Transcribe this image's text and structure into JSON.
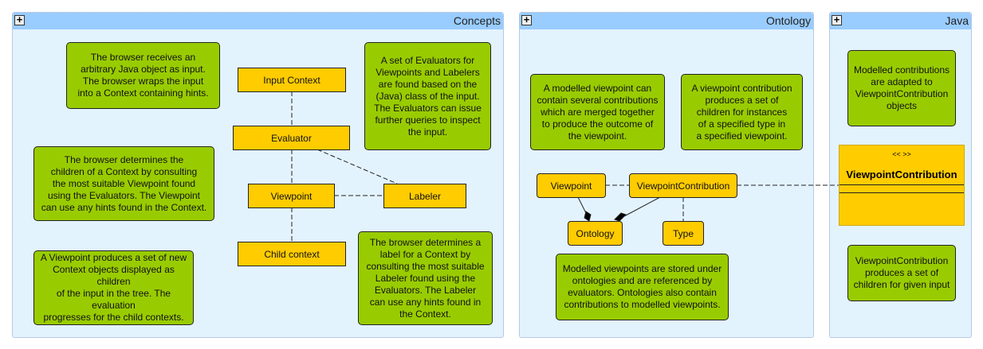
{
  "panels": {
    "concepts": {
      "title": "Concepts",
      "expand_label": "+",
      "notes": [
        "The browser receives an\narbitrary Java object as input.\nThe browser wraps the input\ninto a Context containing hints.",
        "A set of Evaluators for\nViewpoints and Labelers\nare found based on the\n(Java) class of the input.\nThe Evaluators can issue\nfurther queries to inspect\nthe input.",
        "The browser determines the\nchildren of a Context by consulting\nthe most suitable Viewpoint found\nusing the Evaluators. The Viewpoint\ncan use any hints found in the Context.",
        "A Viewpoint produces a set of new\nContext objects displayed as children\nof the input in the tree. The evaluation\nprogresses for the child contexts.",
        "The browser determines a\nlabel for a Context by\nconsulting the most suitable\nLabeler found using the\nEvaluators. The Labeler\ncan use any hints found in\nthe Context."
      ],
      "nodes": {
        "input_context": "Input Context",
        "evaluator": "Evaluator",
        "viewpoint": "Viewpoint",
        "labeler": "Labeler",
        "child_context": "Child context"
      }
    },
    "ontology": {
      "title": "Ontology",
      "expand_label": "+",
      "notes": [
        "A modelled viewpoint can\ncontain  several contributions\nwhich are merged together\nto produce the outcome of\nthe viewpoint.",
        "A viewpoint contribution\nproduces a set of\nchildren for instances\nof a specified type in\na specified viewpoint.",
        "Modelled viewpoints are stored under\nontologies and are referenced by\nevaluators. Ontologies also contain\ncontributions to modelled viewpoints."
      ],
      "nodes": {
        "viewpoint": "Viewpoint",
        "viewpoint_contribution": "ViewpointContribution",
        "ontology": "Ontology",
        "type": "Type"
      }
    },
    "java": {
      "title": "Java",
      "expand_label": "+",
      "notes": [
        "Modelled contributions\nare adapted to\nViewpointContribution\nobjects",
        "ViewpointContribution\nproduces a set of\nchildren for given input"
      ],
      "class": {
        "stereotype": "<< >>",
        "name": "ViewpointContribution"
      }
    }
  },
  "colors": {
    "panel_bg": "#e3f3fe",
    "panel_header": "#99ccff",
    "note": "#99cc00",
    "node": "#ffcc00"
  }
}
